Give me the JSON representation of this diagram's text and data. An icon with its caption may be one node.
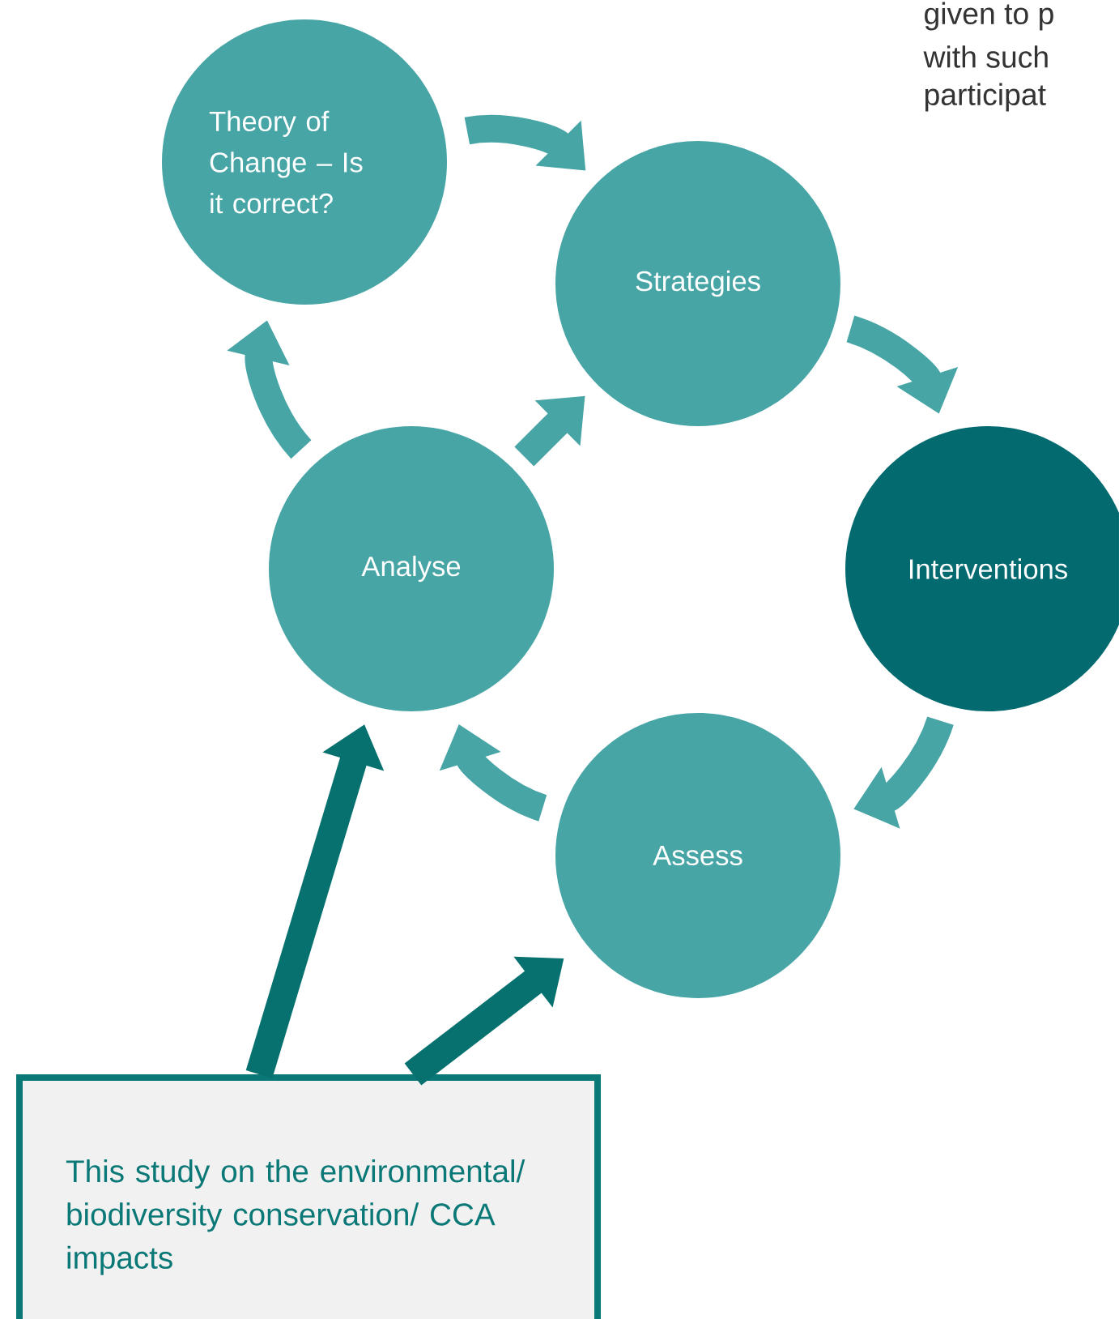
{
  "diagram": {
    "nodes": [
      {
        "text": [
          "Theory of Change – Is it correct?"
        ]
      },
      {
        "text": [
          "Strategies"
        ]
      },
      {
        "text": [
          "Interventions"
        ]
      },
      {
        "text": [
          "Assess"
        ]
      },
      {
        "text": [
          "Analyse"
        ]
      },
      {
        "text": [
          "This study on the environmental/ biodiversity conservation/ CCA impacts"
        ]
      }
    ],
    "edges": [
      {
        "from": 0,
        "to": 1,
        "arrow": "to"
      },
      {
        "from": 1,
        "to": 2,
        "arrow": "to"
      },
      {
        "from": 2,
        "to": 3,
        "arrow": "to"
      },
      {
        "from": 3,
        "to": 4,
        "arrow": "to"
      },
      {
        "from": 4,
        "to": 0,
        "arrow": "to"
      },
      {
        "from": 4,
        "to": 1,
        "arrow": "to"
      },
      {
        "from": 5,
        "to": 4,
        "arrow": "to",
        "color": "#06716e"
      },
      {
        "from": 5,
        "to": 3,
        "arrow": "to",
        "color": "#06716e"
      }
    ],
    "labels": [
      "given to p",
      "with such",
      "participat"
    ]
  }
}
